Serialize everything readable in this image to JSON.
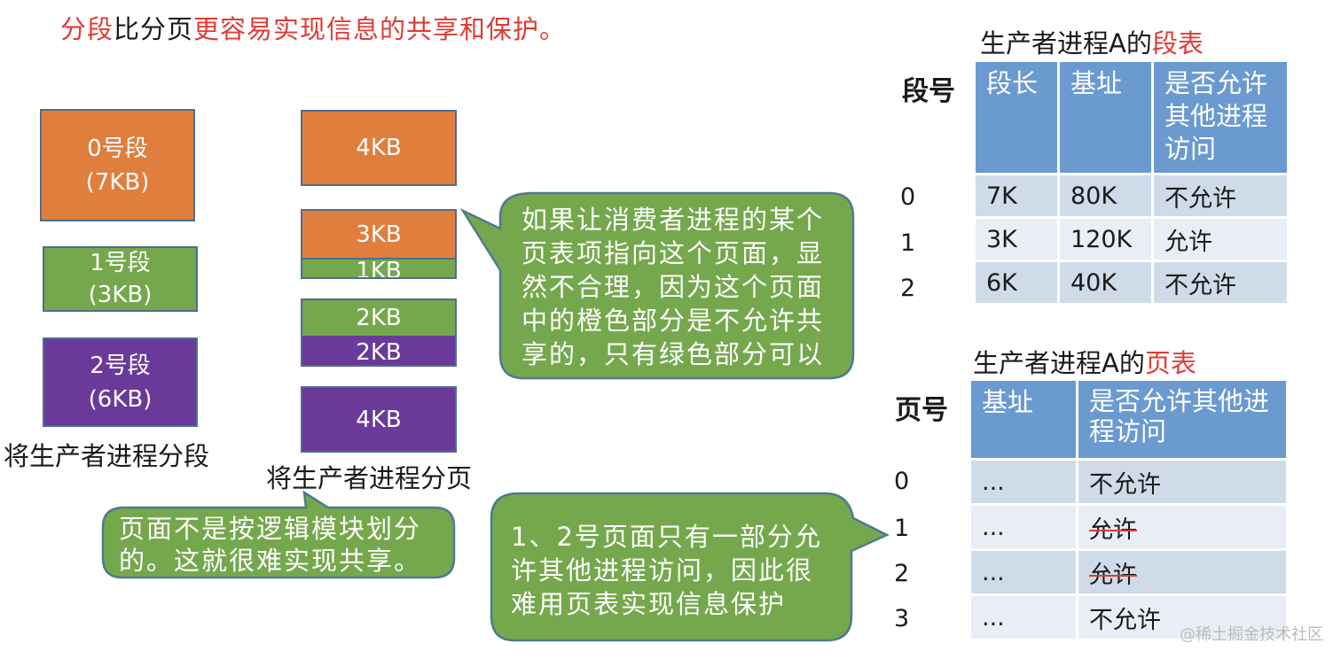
{
  "title": {
    "part1": "分段",
    "part2": "比分页",
    "part3": "更容易实现信息的共享和保护。"
  },
  "segmentation": {
    "caption": "将生产者进程分段",
    "segments": [
      {
        "label": "0号段",
        "size": "(7KB)",
        "color": "#e07e3e"
      },
      {
        "label": "1号段",
        "size": "(3KB)",
        "color": "#75a84d"
      },
      {
        "label": "2号段",
        "size": "(6KB)",
        "color": "#6a3a9a"
      }
    ]
  },
  "paging": {
    "caption": "将生产者进程分页",
    "pages": [
      {
        "parts": [
          {
            "label": "4KB",
            "color": "#e07e3e"
          }
        ]
      },
      {
        "parts": [
          {
            "label": "3KB",
            "color": "#e07e3e"
          },
          {
            "label": "1KB",
            "color": "#75a84d"
          }
        ]
      },
      {
        "parts": [
          {
            "label": "2KB",
            "color": "#75a84d"
          },
          {
            "label": "2KB",
            "color": "#6a3a9a"
          }
        ]
      },
      {
        "parts": [
          {
            "label": "4KB",
            "color": "#6a3a9a"
          }
        ]
      }
    ]
  },
  "callouts": {
    "consumer": [
      "如果让消费者进程的某个",
      "页表项指向这个页面，显",
      "然不合理，因为这个页面",
      "中的橙色部分是不允许共",
      "享的，只有绿色部分可以"
    ],
    "pages_logic": [
      "页面不是按逻辑模块划分",
      "的。这就很难实现共享。"
    ],
    "protection": [
      "1、2号页面只有一部分允",
      "许其他进程访问，因此很",
      "难用页表实现信息保护"
    ]
  },
  "segment_table": {
    "title_prefix": "生产者进程A的",
    "title_highlight": "段表",
    "row_label_header": "段号",
    "headers": [
      "段长",
      "基址",
      "是否允许其他进程访问"
    ],
    "rows": [
      {
        "index": "0",
        "length": "7K",
        "base": "80K",
        "access": "不允许",
        "highlight": false
      },
      {
        "index": "1",
        "length": "3K",
        "base": "120K",
        "access": "允许",
        "highlight": true
      },
      {
        "index": "2",
        "length": "6K",
        "base": "40K",
        "access": "不允许",
        "highlight": false
      }
    ]
  },
  "page_table": {
    "title_prefix": "生产者进程A的",
    "title_highlight": "页表",
    "row_label_header": "页号",
    "headers": [
      "基址",
      "是否允许其他进程访问"
    ],
    "rows": [
      {
        "index": "0",
        "base": "...",
        "access": "不允许",
        "struck": false
      },
      {
        "index": "1",
        "base": "...",
        "access": "允许",
        "struck": true
      },
      {
        "index": "2",
        "base": "...",
        "access": "允许",
        "struck": true
      },
      {
        "index": "3",
        "base": "...",
        "access": "不允许",
        "struck": false
      }
    ]
  },
  "watermark": "@稀土掘金技术社区"
}
